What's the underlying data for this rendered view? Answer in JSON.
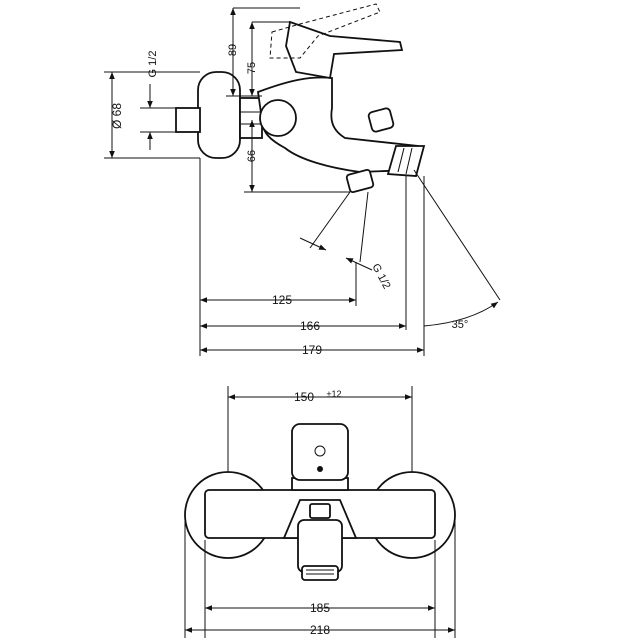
{
  "side_view": {
    "dim_89": "89",
    "dim_75": "75",
    "dim_66": "66",
    "dim_thread_top": "G 1/2",
    "dim_diameter": "Ø 68",
    "dim_thread_outlet": "G 1/2",
    "dim_125": "125",
    "dim_166": "166",
    "dim_179": "179",
    "dim_angle": "35°"
  },
  "front_view": {
    "dim_150": "150",
    "dim_150_tol": "±12",
    "dim_185": "185",
    "dim_218": "218"
  }
}
